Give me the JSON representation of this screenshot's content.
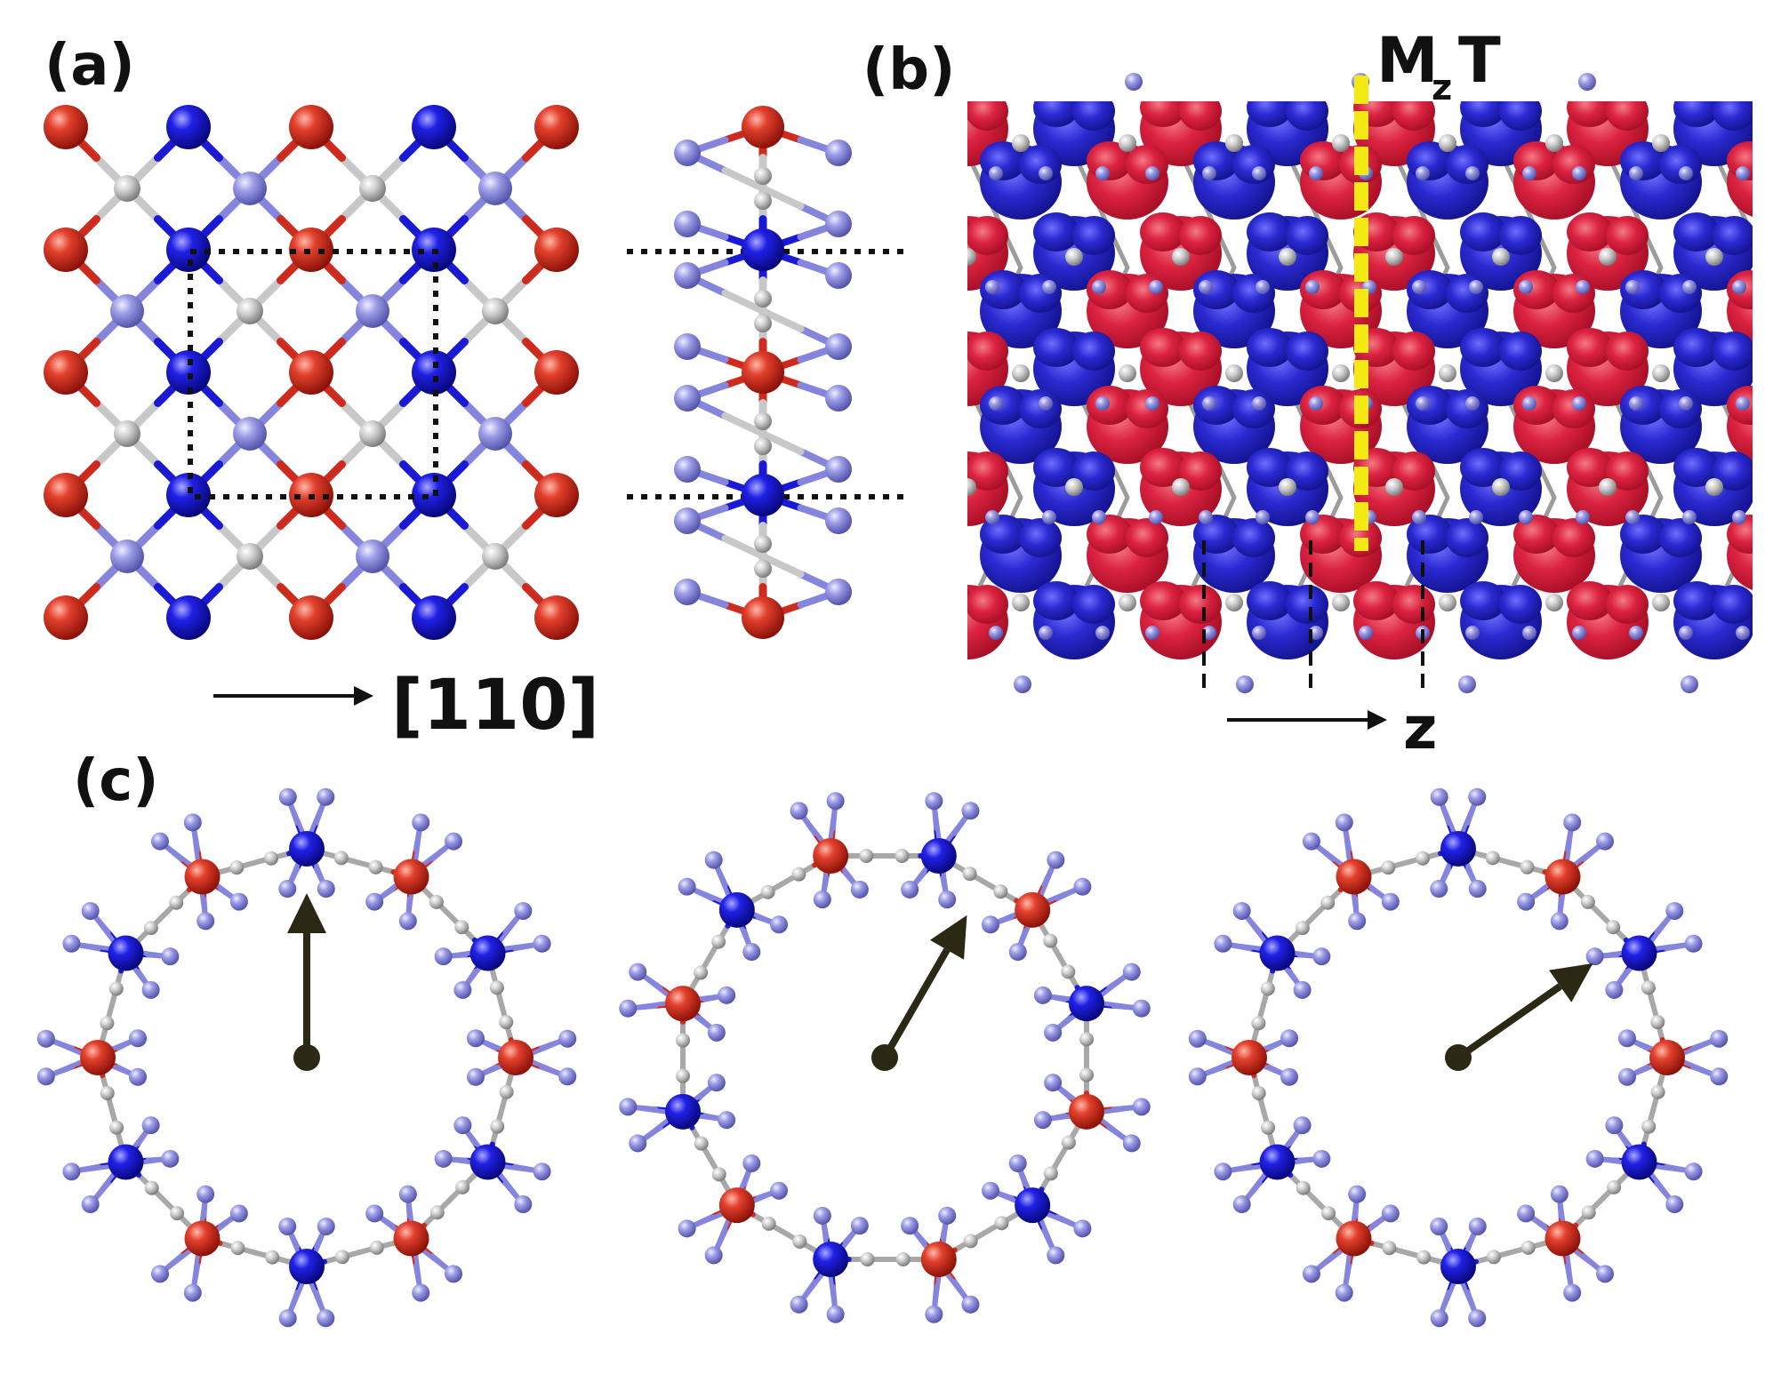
{
  "labels": {
    "panel_a": "(a)",
    "panel_b": "(b)",
    "panel_c": "(c)",
    "direction_a": "[110]",
    "direction_b": "z",
    "mirror_label_main": "M",
    "mirror_label_sub": "z",
    "mirror_label_suffix": "T"
  },
  "colors": {
    "atom_red": "#cf2a1e",
    "atom_blue": "#1a1ad6",
    "atom_lightblue": "#8585de",
    "atom_gray": "#c8c8c8",
    "iso_red": "#dc1f3c",
    "iso_blue": "#2323c8",
    "mirror_line": "#f2ea12",
    "arrow": "#2b2814"
  },
  "rings": {
    "count": 3,
    "arrow_angles_deg": [
      0,
      30,
      55
    ]
  }
}
